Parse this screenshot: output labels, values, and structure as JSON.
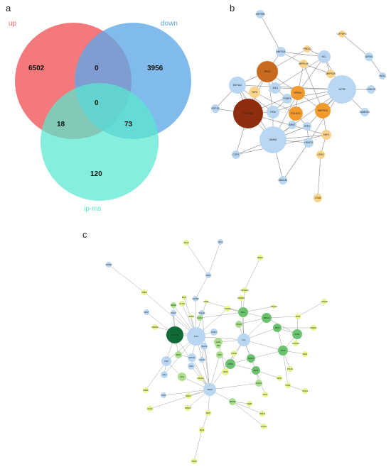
{
  "panels": {
    "a": "a",
    "b": "b",
    "c": "c"
  },
  "venn": {
    "sets": [
      {
        "id": "up",
        "label": "up",
        "color": "#f26a6d"
      },
      {
        "id": "down",
        "label": "down",
        "color": "#5ea8e8"
      },
      {
        "id": "ipms",
        "label": "ip-ms",
        "color": "#57e8cf"
      }
    ],
    "regions": {
      "up_only": "6502",
      "up_down": "0",
      "down_only": "3956",
      "all": "0",
      "up_ipms": "18",
      "down_ipms": "73",
      "ipms_only": "120"
    }
  },
  "network_b": {
    "nodes": [
      "ANP32B",
      "PRDX3",
      "ATP5PO",
      "AIFM1",
      "HAX1",
      "NCL",
      "ANP32A",
      "MRPL49",
      "RPS3",
      "MRPS28",
      "EEF1A1",
      "JAK1",
      "TAF6",
      "PCBP1",
      "RPS4X",
      "ACTB",
      "LGALS3",
      "EEF1D",
      "RPS27A",
      "PKM",
      "POLR2G",
      "MRPS15",
      "SAMHD1",
      "ARNT",
      "IRF3",
      "SKP1",
      "UBA52",
      "HDAC6",
      "COP1",
      "LSM1",
      "DNAJA1",
      "LSM4"
    ],
    "colors": {
      "blue": "#b9d7f2",
      "light_orange": "#fcd38a",
      "orange": "#f39a2e",
      "dark_orange": "#c96a1e",
      "brown": "#8e2d10"
    }
  },
  "network_c": {
    "nodes": [
      "BAG6",
      "HAX1",
      "MARK2",
      "MCM5P",
      "AIFM1",
      "ANP32B",
      "ARHGEF2",
      "UHRF1",
      "BAG5",
      "MCM6",
      "NUMA1",
      "ACTN4",
      "DNAJC",
      "NAT10",
      "CSNK1D",
      "RANBP2",
      "CTNND1",
      "RCL1",
      "SMAD4",
      "DNAJA1",
      "LARP4B",
      "ARNT",
      "RPS27A",
      "ACTB",
      "MRPL11",
      "NOP2",
      "PUM1",
      "SAMHD1",
      "PCBP1",
      "NCL",
      "EXOSC5",
      "GAR1",
      "HDAC6",
      "EEF1A1",
      "RPS3",
      "RRP9",
      "HMGN1",
      "PKM",
      "IRF3",
      "DDX21",
      "NFE2",
      "CDC5",
      "LGALS3",
      "EIF2",
      "NUP98",
      "JAK1",
      "COG",
      "CPSF6",
      "CDK9",
      "POLR2G",
      "RPN2",
      "UBA52",
      "CCDC6",
      "TBP",
      "RPN1",
      "POLR2",
      "HMBS",
      "COP1",
      "DIDO1",
      "SRRM2",
      "NEMF",
      "PUM2",
      "OCAF1",
      "PSMD9",
      "MAPT",
      "RFC3",
      "ATAD5",
      "SUGP1",
      "TRIP12",
      "MTG1",
      "CCNA2",
      "SRSF9"
    ],
    "colors": {
      "green_dark": "#0f6b35",
      "green": "#6cc36f",
      "green_light": "#a9df8d",
      "yellow": "#e8f58a",
      "blue": "#b9d7f2"
    }
  }
}
